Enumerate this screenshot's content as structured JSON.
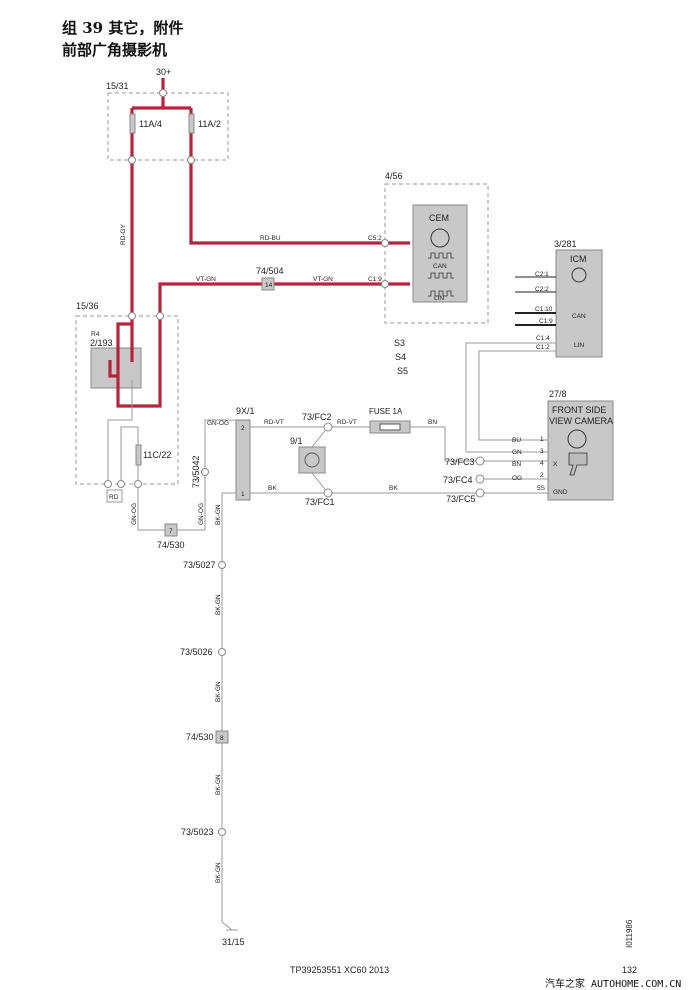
{
  "title": {
    "line1": "组 39 其它，附件",
    "line2": "前部广角摄影机"
  },
  "power": {
    "supply": "30+",
    "fusebox": "15/31",
    "fuse1": "11A/4",
    "fuse2": "11A/2"
  },
  "wires": {
    "rd_gy": "RD-GY",
    "rd_bu": "RD-BU",
    "vt_gn": "VT-GN",
    "gn_og": "GN-OG",
    "rd_vt": "RD-VT",
    "bn": "BN",
    "bk": "BK",
    "bk_gn": "BK-GN",
    "rd": "RD"
  },
  "cem": {
    "id": "4/56",
    "name": "CEM",
    "can": "CAN",
    "lin": "LIN",
    "pin_c52": "C5:2",
    "pin_c19": "C1:9"
  },
  "connector_504": {
    "id": "74/504",
    "pin": "14"
  },
  "icm": {
    "id": "3/281",
    "name": "ICM",
    "can": "CAN",
    "lin": "LIN",
    "pins": [
      "C2:1",
      "C2:2",
      "C1:10",
      "C1:9",
      "C1:4",
      "C1:2"
    ]
  },
  "notes": [
    "S3",
    "S4",
    "S5"
  ],
  "relaybox": {
    "id": "15/36",
    "relay_name": "R4",
    "relay_id": "2/193",
    "fuse": "11C/22"
  },
  "connector_530a": {
    "id": "74/530",
    "pin": "7"
  },
  "splice_5042": "73/5042",
  "connector_9x1": {
    "id": "9X/1",
    "pin2": "2",
    "pin1": "1"
  },
  "splices": {
    "fc1": "73/FC1",
    "fc2": "73/FC2",
    "fc3": "73/FC3",
    "fc4": "73/FC4",
    "fc5": "73/FC5"
  },
  "component_91": "9/1",
  "fuse_1a": "FUSE 1A",
  "camera": {
    "id": "27/8",
    "name1": "FRONT SIDE",
    "name2": "VIEW CAMERA",
    "wires": [
      "BU",
      "GN",
      "BN",
      "OG"
    ],
    "pins": [
      "1",
      "3",
      "4",
      "2",
      "5S"
    ],
    "x": "X",
    "gnd": "GND"
  },
  "ground_path": {
    "s5027": "73/5027",
    "s5026": "73/5026",
    "c530": "74/530",
    "c530_pin": "8",
    "s5023": "73/5023",
    "ground": "31/15"
  },
  "footer": {
    "doc": "TP39253551 XC60 2013",
    "page": "132",
    "ref": "I011986",
    "watermark": "汽车之家  AUTOHOME.COM.CN"
  }
}
